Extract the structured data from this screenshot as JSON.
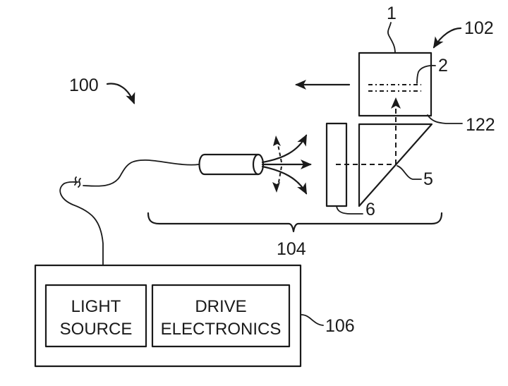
{
  "figure": {
    "reference_labels": {
      "system": "100",
      "display_assembly": "102",
      "optics_assembly": "104",
      "control_unit": "106",
      "element_1": "1",
      "element_2": "2",
      "element_5": "5",
      "element_6": "6",
      "surface_122": "122"
    },
    "control_unit": {
      "blocks": [
        {
          "line1": "LIGHT",
          "line2": "SOURCE"
        },
        {
          "line1": "DRIVE",
          "line2": "ELECTRONICS"
        }
      ]
    }
  }
}
